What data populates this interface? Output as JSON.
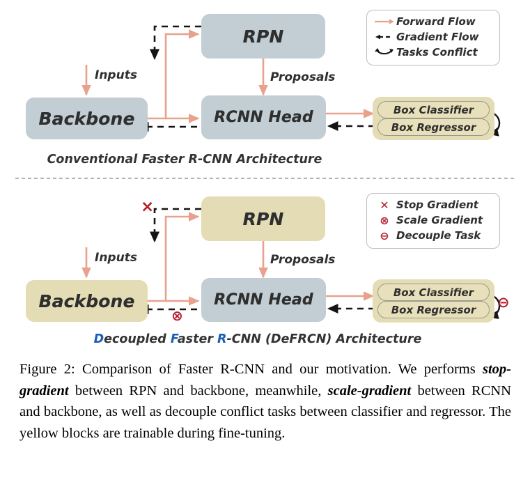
{
  "figure": {
    "number": "Figure 2",
    "caption_parts": {
      "p1": "Figure 2:  Comparison of Faster R-CNN and our motivation. We performs ",
      "b1": "stop-gradient",
      "p2": " between RPN and backbone, meanwhile, ",
      "b2": "scale-gradient",
      "p3": " between RCNN and backbone, as well as decouple conflict tasks between classifier and regressor. The yellow blocks are trainable during fine-tuning."
    }
  },
  "colors": {
    "gray_block": "#c2ced4",
    "yellow_block": "#e4dcb4",
    "forward_flow": "#e8a18d",
    "gradient_flow": "#1a1a1a",
    "red_marker": "#b5202f",
    "accent_blue": "#1a5fb4"
  },
  "top_diagram": {
    "title_caption": "Conventional Faster R-CNN Architecture",
    "blocks": {
      "backbone": "Backbone",
      "rpn": "RPN",
      "rcnn_head": "RCNN Head",
      "box_classifier": "Box Classifier",
      "box_regressor": "Box Regressor"
    },
    "arrow_labels": {
      "inputs": "Inputs",
      "proposals": "Proposals"
    },
    "legend": [
      {
        "icon": "forward-arrow-icon",
        "label": "Forward Flow"
      },
      {
        "icon": "dashed-back-arrow-icon",
        "label": "Gradient Flow"
      },
      {
        "icon": "curved-conflict-arrow-icon",
        "label": "Tasks Conflict"
      }
    ]
  },
  "bottom_diagram": {
    "title_caption_segments": [
      {
        "text": "D",
        "blue": true
      },
      {
        "text": "ecoupled ",
        "blue": false
      },
      {
        "text": "F",
        "blue": true
      },
      {
        "text": "aster ",
        "blue": false
      },
      {
        "text": "R",
        "blue": true
      },
      {
        "text": "-CNN (DeFRCN) Architecture",
        "blue": false
      }
    ],
    "title_caption_plain": "Decoupled Faster R-CNN (DeFRCN) Architecture",
    "blocks": {
      "backbone": "Backbone",
      "rpn": "RPN",
      "rcnn_head": "RCNN Head",
      "box_classifier": "Box Classifier",
      "box_regressor": "Box Regressor"
    },
    "arrow_labels": {
      "inputs": "Inputs",
      "proposals": "Proposals"
    },
    "markers": {
      "stop_gradient": "×",
      "scale_gradient": "⊗",
      "decouple_task": "⊖"
    },
    "legend": [
      {
        "icon": "cross-icon",
        "glyph": "✕",
        "label": "Stop  Gradient"
      },
      {
        "icon": "circled-times-icon",
        "glyph": "⊗",
        "label": "Scale Gradient"
      },
      {
        "icon": "circled-minus-icon",
        "glyph": "⊖",
        "label": "Decouple Task"
      }
    ]
  }
}
